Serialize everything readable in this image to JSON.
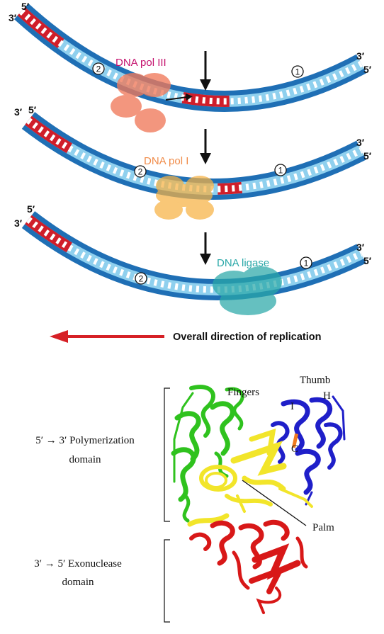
{
  "replication": {
    "panel1": {
      "left_top": "5′",
      "left_bottom": "3′",
      "right_top": "3′",
      "right_bottom": "5′",
      "enzyme": "DNA pol III",
      "label_left": "2",
      "label_right": "1"
    },
    "panel2": {
      "left_top": "5′",
      "left_bottom": "3′",
      "right_top": "3′",
      "right_bottom": "5′",
      "enzyme": "DNA pol I",
      "label_left": "2",
      "label_right": "1"
    },
    "panel3": {
      "left_top": "5′",
      "left_bottom": "3′",
      "right_top": "3′",
      "right_bottom": "5′",
      "enzyme": "DNA ligase",
      "label_left": "2",
      "label_right": "1"
    },
    "direction_label": "Overall direction of replication",
    "colors": {
      "strand_dark": "#1f6fb5",
      "strand_light": "#8fd0ee",
      "primer_red": "#d01e2a",
      "pol3": "#f0795a",
      "pol1": "#f7b243",
      "ligase": "#2aa8a8",
      "arrow_red": "#d62026"
    }
  },
  "structure": {
    "thumb": "Thumb",
    "h_label": "H",
    "i_label": "I",
    "fingers": "Fingers",
    "palm": "Palm",
    "c_label": "C",
    "poly_line1": "5′ → 3′ Polymerization",
    "poly_line2": "domain",
    "exo_line1": "3′ → 5′ Exonuclease",
    "exo_line2": "domain",
    "colors": {
      "fingers": "#2fc21e",
      "thumb": "#1f1fc9",
      "palm": "#f2e52a",
      "exo": "#d81818"
    }
  }
}
